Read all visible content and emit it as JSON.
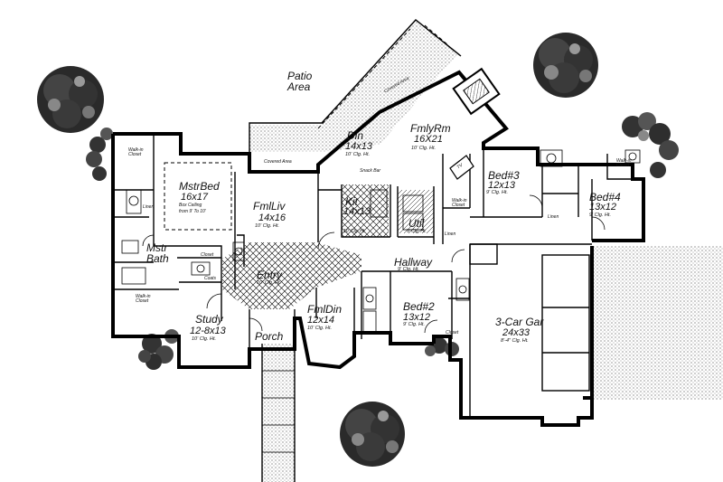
{
  "rooms": {
    "patio": {
      "name": "Patio",
      "name2": "Area"
    },
    "covered_area_top": {
      "label": "Covered Area"
    },
    "covered_area_left": {
      "label": "Covered Area"
    },
    "din": {
      "name": "Din",
      "dim": "14x13",
      "note": "10' Clg. Ht."
    },
    "fmlyrm": {
      "name": "FmlyRm",
      "dim": "16X21",
      "note": "10' Clg. Ht."
    },
    "snack_bar": {
      "label": "Snack Bar"
    },
    "tv": {
      "label": "TV"
    },
    "mstrbed": {
      "name": "MstrBed",
      "dim": "16x17",
      "note1": "Box Ceiling",
      "note2": "from 9' To 10'"
    },
    "walkin_closet_tl": {
      "line1": "Walk-in",
      "line2": "Closet"
    },
    "linen_left": {
      "label": "Linen"
    },
    "mstr_bath": {
      "name": "Mstr",
      "name2": "Bath"
    },
    "closet_left": {
      "label": "Closet"
    },
    "coats": {
      "label": "Coats"
    },
    "walkin_closet_bl": {
      "line1": "Walk-in",
      "line2": "Closet"
    },
    "fmlliv": {
      "name": "FmlLiv",
      "dim": "14x16",
      "note": "10' Clg. Ht."
    },
    "kit": {
      "name": "Kit",
      "dim": "14x13",
      "note": "10' Clg. Ht."
    },
    "util": {
      "name": "Util",
      "note": "9' Clg. Ht."
    },
    "linen_util": {
      "label": "Linen"
    },
    "bed3": {
      "name": "Bed#3",
      "dim": "12x13",
      "note": "9' Clg. Ht."
    },
    "walkin_closet_bed3": {
      "line1": "Walk-in",
      "line2": "Closet"
    },
    "linen_right": {
      "label": "Linen"
    },
    "bed4": {
      "name": "Bed#4",
      "dim": "13x12",
      "note": "9' Clg. Ht."
    },
    "walkin_closet_bed4": {
      "line1": "Walk-in",
      "line2": "Closet"
    },
    "entry": {
      "name": "Entry",
      "note": "10' Clg. Ht."
    },
    "hallway": {
      "name": "Hallway",
      "note": "9' Clg. Ht."
    },
    "study": {
      "name": "Study",
      "dim": "12-8x13",
      "note": "10' Clg. Ht."
    },
    "fmldin": {
      "name": "FmlDin",
      "dim": "12x14",
      "note": "10' Clg. Ht."
    },
    "porch": {
      "name": "Porch"
    },
    "bed2": {
      "name": "Bed#2",
      "dim": "13x12",
      "note": "9' Clg. Ht."
    },
    "closet_bed2": {
      "label": "Closet"
    },
    "garage": {
      "name": "3-Car Gar",
      "dim": "24x33",
      "note": "8'-4\" Clg. Ht."
    }
  }
}
